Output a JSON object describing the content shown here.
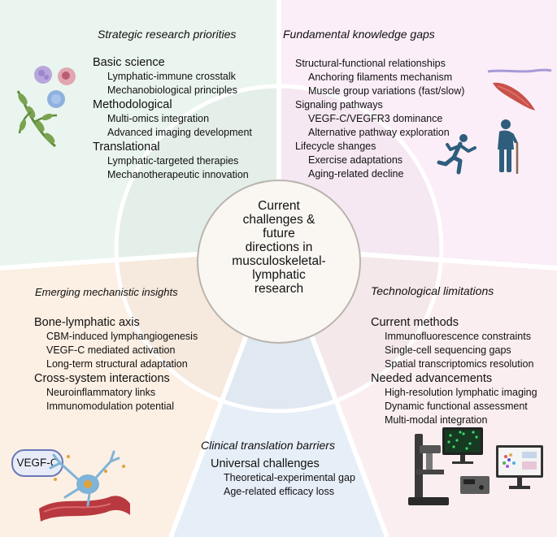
{
  "center": {
    "lines": [
      "Current",
      "challenges &",
      "future",
      "directions in",
      "musculoskeletal-",
      "lymphatic",
      "research"
    ]
  },
  "strategic": {
    "title": "Strategic research priorities",
    "groups": [
      {
        "heading": "Basic science",
        "items": [
          "Lymphatic-immune crosstalk",
          "Mechanobiological principles"
        ]
      },
      {
        "heading": "Methodological",
        "items": [
          "Multi-omics integration",
          "Advanced imaging development"
        ]
      },
      {
        "heading": "Translational",
        "items": [
          "Lymphatic-targeted therapies",
          "Mechanotherapeutic innovation"
        ]
      }
    ]
  },
  "fundamental": {
    "title": "Fundamental knowledge gaps",
    "groups": [
      {
        "heading": "Structural-functional relationships",
        "items": [
          "Anchoring filaments mechanism",
          "Muscle group variations (fast/slow)"
        ]
      },
      {
        "heading": "Signaling pathways",
        "items": [
          "VEGF-C/VEGFR3 dominance",
          "Alternative pathway exploration"
        ]
      },
      {
        "heading": "Lifecycle shanges",
        "items": [
          "Exercise adaptations",
          "Aging-related decline"
        ]
      }
    ]
  },
  "emerging": {
    "title": "Emerging mechanistic insights",
    "groups": [
      {
        "heading": "Bone-lymphatic axis",
        "items": [
          "CBM-induced lymphangiogenesis",
          "VEGF-C mediated activation",
          "Long-term structural adaptation"
        ]
      },
      {
        "heading": "Cross-system interactions",
        "items": [
          "Neuroinflammatory links",
          "Immunomodulation potential"
        ]
      }
    ]
  },
  "technological": {
    "title": "Technological limitations",
    "groups": [
      {
        "heading": "Current methods",
        "items": [
          "Immunofluorescence constraints",
          "Single-cell sequencing gaps",
          "Spatial transcriptomics resolution"
        ]
      },
      {
        "heading": "Needed advancements",
        "items": [
          "High-resolution lymphatic imaging",
          "Dynamic functional assessment",
          "Multi-modal integration"
        ]
      }
    ]
  },
  "clinical": {
    "title": "Clinical translation barriers",
    "groups": [
      {
        "heading": "Universal challenges",
        "items": [
          "Theoretical-experimental gap",
          "Age-related efficacy loss"
        ]
      }
    ]
  },
  "vegf_label": "VEGF-C",
  "colors": {
    "green_bg": "#eaf5ef",
    "pink_bg": "#fbeef8",
    "peach_bg": "#fcefe3",
    "rose_bg": "#fbeef0",
    "blue_bg": "#e6eef7",
    "divider": "#ffffff"
  },
  "icons": [
    "immune-cells-icon",
    "lymphatic-vessel-icon",
    "muscle-fiber-icon",
    "muscle-icon",
    "running-person-icon",
    "elderly-person-icon",
    "neuron-vessel-icon",
    "microscope-icon",
    "monitor-icon"
  ]
}
